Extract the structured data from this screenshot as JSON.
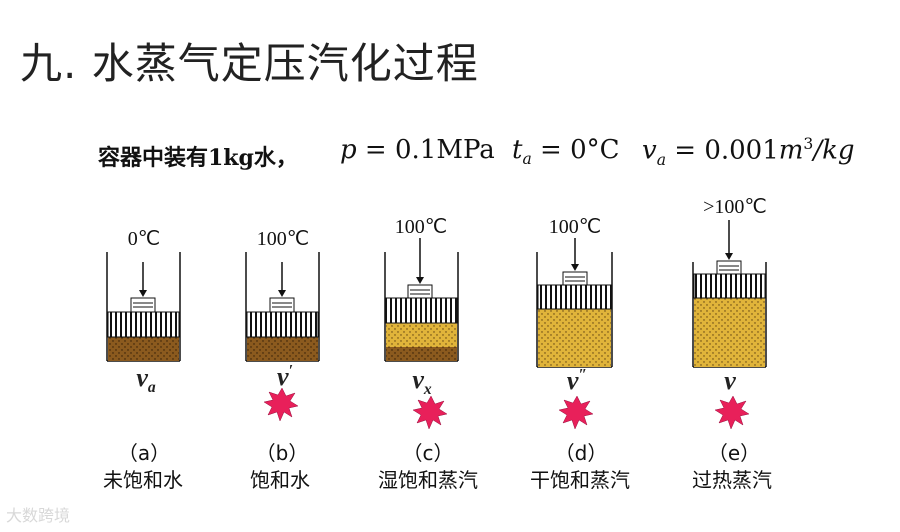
{
  "title": "九. 水蒸气定压汽化过程",
  "conditions": {
    "text": "容器中装有1kg水，",
    "p_lhs": "p",
    "p_rhs": " = 0.1MPa",
    "t_lhs": "t",
    "t_sub": "a",
    "t_rhs": " = 0°C",
    "v_lhs": "v",
    "v_sub": "a",
    "v_rhs": " = 0.001",
    "v_unit_m": "m",
    "v_unit_exp": "3",
    "v_unit_kg": "/kg"
  },
  "containers": [
    {
      "temp": "0℃",
      "v": "v",
      "v_mark": "a",
      "letter": "（a）",
      "state": "未饱和水",
      "fill": "unsat"
    },
    {
      "temp": "100℃",
      "v": "v",
      "v_mark": "′",
      "letter": "（b）",
      "state": "饱和水",
      "fill": "sat"
    },
    {
      "temp": "100℃",
      "v": "v",
      "v_mark": "x",
      "letter": "（c）",
      "state": "湿饱和蒸汽",
      "fill": "wet"
    },
    {
      "temp": "100℃",
      "v": "v",
      "v_mark": "″",
      "letter": "（d）",
      "state": "干饱和蒸汽",
      "fill": "dry"
    },
    {
      "temp": ">100℃",
      "v": "v",
      "v_mark": "",
      "letter": "（e）",
      "state": "过热蒸汽",
      "fill": "super"
    }
  ],
  "colors": {
    "water": "#8b5a1e",
    "vapor": "#e0b43a",
    "heat": "#e8205a",
    "stroke": "#111111"
  },
  "watermark": "大数跨境"
}
